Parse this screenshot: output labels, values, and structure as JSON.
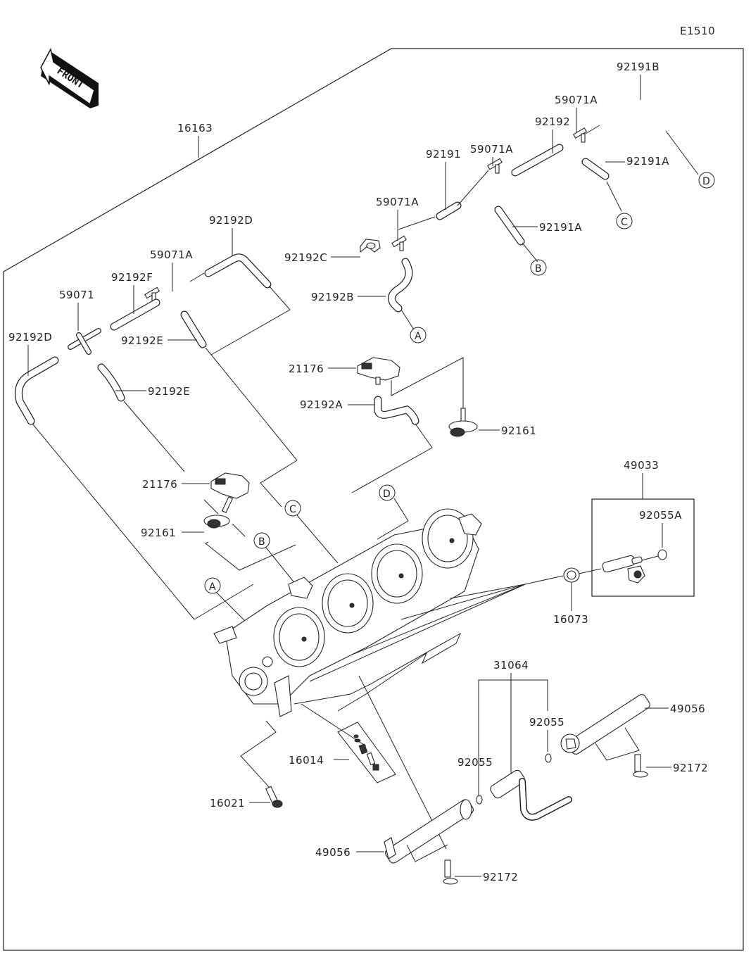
{
  "diagram": {
    "code": "E1510",
    "front_label": "FRONT",
    "assembly_label": "16163",
    "callouts": [
      {
        "id": "92191B",
        "label": "92191B"
      },
      {
        "id": "59071A-top",
        "label": "59071A"
      },
      {
        "id": "92192",
        "label": "92192"
      },
      {
        "id": "59071A-mid",
        "label": "59071A"
      },
      {
        "id": "92191A-right",
        "label": "92191A"
      },
      {
        "id": "92191",
        "label": "92191"
      },
      {
        "id": "92191A-mid",
        "label": "92191A"
      },
      {
        "id": "59071A-low",
        "label": "59071A"
      },
      {
        "id": "92192C",
        "label": "92192C"
      },
      {
        "id": "92192B",
        "label": "92192B"
      },
      {
        "id": "92192D-top",
        "label": "92192D"
      },
      {
        "id": "59071A-left",
        "label": "59071A"
      },
      {
        "id": "92192F",
        "label": "92192F"
      },
      {
        "id": "59071",
        "label": "59071"
      },
      {
        "id": "92192D-left",
        "label": "92192D"
      },
      {
        "id": "92192E-top",
        "label": "92192E"
      },
      {
        "id": "92192E-low",
        "label": "92192E"
      },
      {
        "id": "21176-right",
        "label": "21176"
      },
      {
        "id": "92192A",
        "label": "92192A"
      },
      {
        "id": "92161-right",
        "label": "92161"
      },
      {
        "id": "21176-left",
        "label": "21176"
      },
      {
        "id": "92161-left",
        "label": "92161"
      },
      {
        "id": "49033",
        "label": "49033"
      },
      {
        "id": "92055A",
        "label": "92055A"
      },
      {
        "id": "16073",
        "label": "16073"
      },
      {
        "id": "31064",
        "label": "31064"
      },
      {
        "id": "92055-right",
        "label": "92055"
      },
      {
        "id": "92055-left",
        "label": "92055"
      },
      {
        "id": "49056-right",
        "label": "49056"
      },
      {
        "id": "92172-right",
        "label": "92172"
      },
      {
        "id": "16014",
        "label": "16014"
      },
      {
        "id": "16021",
        "label": "16021"
      },
      {
        "id": "49056-left",
        "label": "49056"
      },
      {
        "id": "92172-left",
        "label": "92172"
      }
    ],
    "reference_markers": [
      "A",
      "B",
      "C",
      "D"
    ]
  }
}
